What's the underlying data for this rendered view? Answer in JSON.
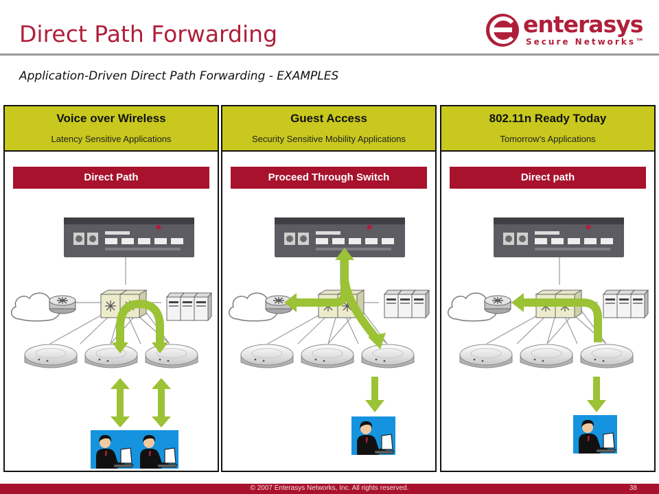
{
  "slide": {
    "title": "Direct Path Forwarding",
    "subtitle": "Application-Driven Direct Path Forwarding - EXAMPLES"
  },
  "logo": {
    "wordmark": "enterasys",
    "tagline": "Secure Networks™",
    "device_mark": "enterasys",
    "colors": {
      "brand": "#b01f3a"
    }
  },
  "panels": [
    {
      "title": "Voice over Wireless",
      "subtitle": "Latency Sensitive Applications",
      "path_label": "Direct Path"
    },
    {
      "title": "Guest Access",
      "subtitle": "Security Sensitive Mobility Applications",
      "path_label": "Proceed Through Switch"
    },
    {
      "title": "802.11n Ready Today",
      "subtitle": "Tomorrow’s Applications",
      "path_label": "Direct path"
    }
  ],
  "footer": {
    "copyright": "© 2007 Enterasys Networks, Inc.  All rights reserved.",
    "page_number": "38"
  },
  "colors": {
    "accent_red": "#a8122d",
    "header_olive": "#c8c81e",
    "arrow_green": "#9cc235"
  }
}
